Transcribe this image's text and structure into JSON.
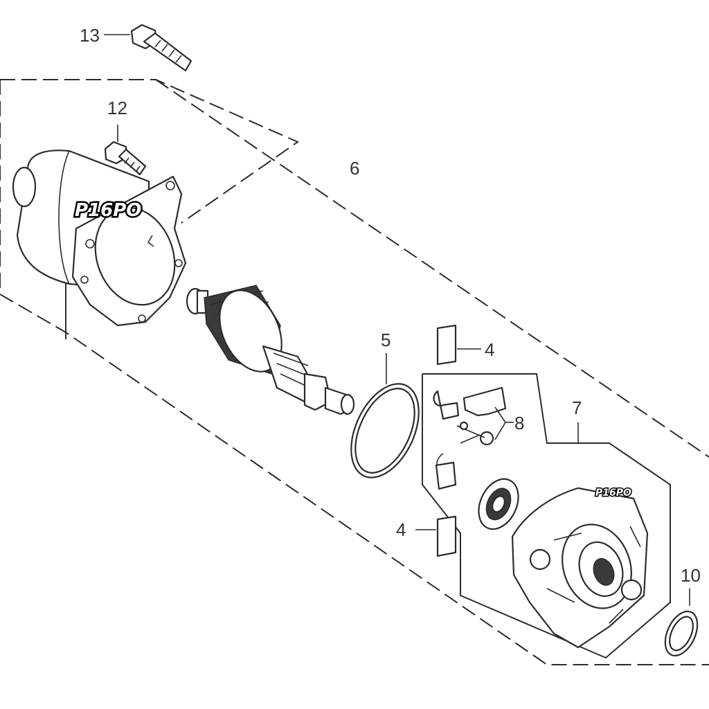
{
  "callouts": {
    "c13": "13",
    "c12": "12",
    "c6": "6",
    "c5": "5",
    "c4a": "4",
    "c4b": "4",
    "c7": "7",
    "c8": "8",
    "c10": "10"
  },
  "watermarks": {
    "w1": "P16PO",
    "w2": "P16PO"
  }
}
